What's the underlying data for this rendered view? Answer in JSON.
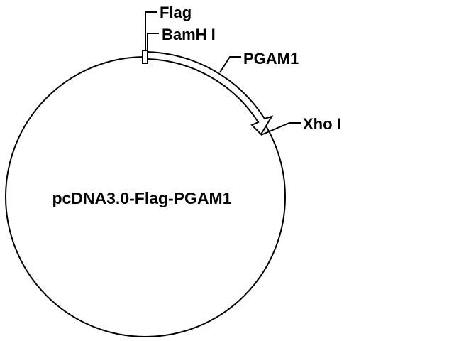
{
  "plasmid": {
    "name": "pcDNA3.0-Flag-PGAM1"
  },
  "features": {
    "flag": "Flag",
    "bamhi": "BamH I",
    "insert": "PGAM1",
    "xhoi": "Xho I"
  },
  "colors": {
    "stroke": "#000000",
    "background": "#ffffff",
    "insert_fill": "#ffffff"
  }
}
